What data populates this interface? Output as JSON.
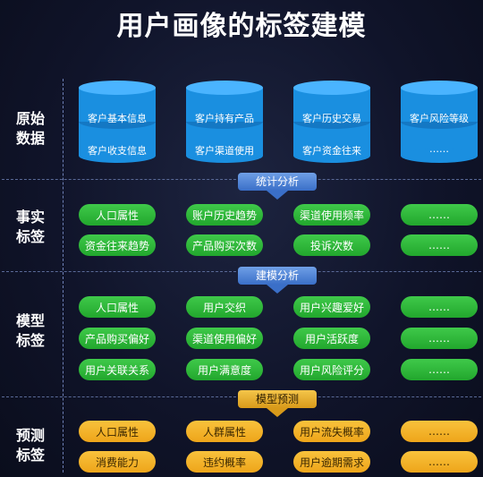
{
  "title": "用户画像的标签建模",
  "rows": {
    "raw": "原始\n数据",
    "fact": "事实\n标签",
    "model": "模型\n标签",
    "predict": "预测\n标签"
  },
  "arrows": {
    "stat": "统计分析",
    "build": "建模分析",
    "predict": "模型预测"
  },
  "databases": [
    {
      "top": "客户基本信息",
      "bottom": "客户收支信息"
    },
    {
      "top": "客户持有产品",
      "bottom": "客户渠道使用"
    },
    {
      "top": "客户历史交易",
      "bottom": "客户资金往来"
    },
    {
      "top": "客户风险等级",
      "bottom": "……"
    }
  ],
  "fact_tags": [
    [
      "人口属性",
      "账户历史趋势",
      "渠道使用频率",
      "……"
    ],
    [
      "资金往来趋势",
      "产品购买次数",
      "投诉次数",
      "……"
    ]
  ],
  "model_tags": [
    [
      "人口属性",
      "用户交织",
      "用户兴趣爱好",
      "……"
    ],
    [
      "产品购买偏好",
      "渠道使用偏好",
      "用户活跃度",
      "……"
    ],
    [
      "用户关联关系",
      "用户满意度",
      "用户风险评分",
      "……"
    ]
  ],
  "predict_tags": [
    [
      "人口属性",
      "人群属性",
      "用户流失概率",
      "……"
    ],
    [
      "消费能力",
      "违约概率",
      "用户逾期需求",
      "……"
    ]
  ],
  "colors": {
    "db_body": "#1a8fe0",
    "db_top": "#4ab4ff",
    "fact_green": "#2fb53a",
    "predict_orange": "#f3b52a",
    "arrow_blue": "#3a6fc8"
  }
}
